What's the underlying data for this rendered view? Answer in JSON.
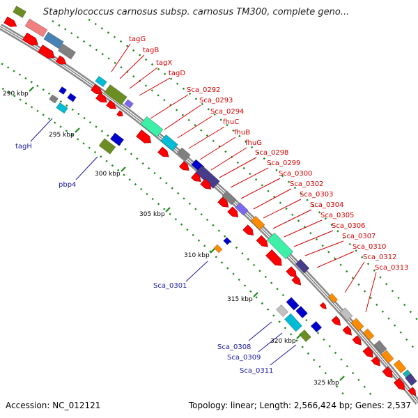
{
  "title": "Staphylococcus carnosus subsp. carnosus TM300, complete geno...",
  "footer": {
    "accession": "Accession: NC_012121",
    "summary": "Topology: linear; Length: 2,566,424 bp; Genes: 2,537"
  },
  "ticks": [
    "290 kbp",
    "295 kbp",
    "300 kbp",
    "305 kbp",
    "310 kbp",
    "315 kbp",
    "320 kbp",
    "325 kbp"
  ],
  "forward_labels": [
    "tagG",
    "tagB",
    "tagX",
    "tagD",
    "Sca_0292",
    "Sca_0293",
    "Sca_0294",
    "fhuC",
    "fhuB",
    "fhuG",
    "Sca_0298",
    "Sca_0299",
    "Sca_0300",
    "Sca_0302",
    "Sca_0303",
    "Sca_0304",
    "Sca_0305",
    "Sca_0306",
    "Sca_0307",
    "Sca_0310",
    "Sca_0312",
    "Sca_0313"
  ],
  "reverse_labels": [
    "tagH",
    "pbp4",
    "Sca_0301",
    "Sca_0308",
    "Sca_0309",
    "Sca_0311"
  ],
  "colors": {
    "forward_label": "#d40000",
    "reverse_label": "#1a1aa0",
    "cds_arrow": "#ff0000",
    "backbone": "#888888",
    "tick": "#1f8a1f"
  }
}
